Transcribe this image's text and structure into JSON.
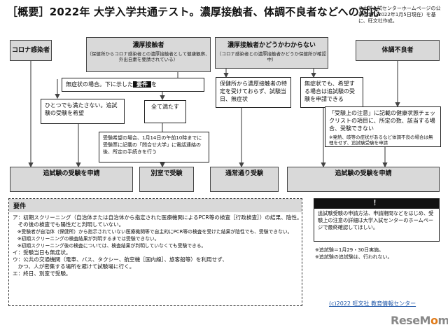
{
  "title": "［概要］2022年 大学入学共通テスト。濃厚接触者、体調不良者などへの対応",
  "note": "※大学入試センターホームページの公表情報（2022年1月5日現在）を基に、旺文社作成。",
  "headers": {
    "covid": "コロナ感染者",
    "close": "濃厚接触者",
    "close_sub": "（保健所からコロナ感染者との濃厚接触者として健康観察、外出自粛を要請されている）",
    "unknown": "濃厚接触者かどうかわからない",
    "unknown_sub": "（コロナ感染者との濃厚接触者かどうか保健所が確認中）",
    "ill": "体調不良者"
  },
  "boxes": {
    "asym_pre": "無症状の場合。下に示した",
    "asym_req": "要件",
    "asym_post": "を",
    "not_all": "ひとつでも満たさない。追試験の受験を希望",
    "all": "全て満たす",
    "unknown_detail": "保健所から濃厚接触者の特定を受けておらず、試験当日、無症状",
    "unknown_asym": "無症状でも、希望する場合は追試験の受験を申請できる",
    "health_check": "「受験上の注意」に記載の健康状態チェックリストの項目に、所定の数、該当する場合、受験できない",
    "health_note": "※発熱、咳等の症状があるなど体調不良の場合は無理をせず、追試験受験を申請",
    "procedure": "受験希望の場合、1月14日の午前10時までに受験票に記載の「問合せ大学」に電話連絡の後、所定の手続きを行う"
  },
  "results": {
    "makeup_left": "追試験の受験を申請",
    "separate": "別室で受験",
    "normal": "通常通り受験",
    "makeup_right": "追試験の受験を申請"
  },
  "requirements": {
    "title": "要件",
    "lines": [
      "ア：初期スクリーニング（自治体または自治体から指定された医療機関によるPCR等の検査［行政検査］）の結果、陰性。",
      "　その後の検査でも陽性だと判明していない。",
      "　※受験者が自治体（保健所）から指示されていない医療機関等で自主的にPCR等の検査を受けた結果が陰性でも、受験できない。",
      "　※初期スクリーニングの検査結果が判明するまでは受験できない。",
      "　※初期スクリーニング後の検査については、検査結果が判明していなくても受験できる。",
      "イ：受験当日も無症状。",
      "ウ：公共の交通機関（電車、バス、タクシー、航空機［国内線］、旅客船等）を利用せず、",
      "　かつ、人が密集する場所を避けて試験場に行く。",
      "エ：終日、別室で受験。"
    ]
  },
  "info": {
    "mark": "！",
    "text": "追試験受験の申請方法、申請期間などをはじめ、受験上の注意の詳細は大学入試センターのホームページで最終確認してほしい。",
    "note1": "※追試験＝1月29・30日実施。",
    "note2": "※追試験の追試験は、行われない。"
  },
  "footer": "(c)2022 旺文社 教育情報センター",
  "brand": {
    "pre": "ReseM",
    "o": "o",
    "post": "m"
  }
}
